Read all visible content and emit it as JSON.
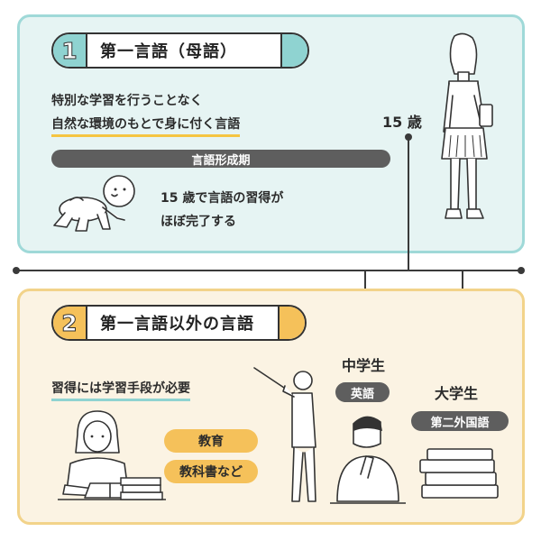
{
  "section1": {
    "number": "1",
    "title": "第一言語（母語）",
    "line1": "特別な学習を行うことなく",
    "line2": "自然な環境のもとで身に付く言語",
    "period_bar": "言語形成期",
    "desc1": "15 歳で言語の習得が",
    "desc2": "ほぼ完了する",
    "age_label": "15 歳"
  },
  "section2": {
    "number": "2",
    "title": "第一言語以外の言語",
    "subtitle": "習得には学習手段が必要",
    "tags": [
      "教育",
      "教科書など"
    ],
    "middle_school": {
      "label": "中学生",
      "tag": "英語"
    },
    "university": {
      "label": "大学生",
      "tag": "第二外国語"
    }
  },
  "colors": {
    "cyan_accent": "#8fd3d1",
    "yellow_accent": "#f5c15a",
    "dark_tag": "#5e5e5e",
    "line": "#3a3a3a"
  }
}
